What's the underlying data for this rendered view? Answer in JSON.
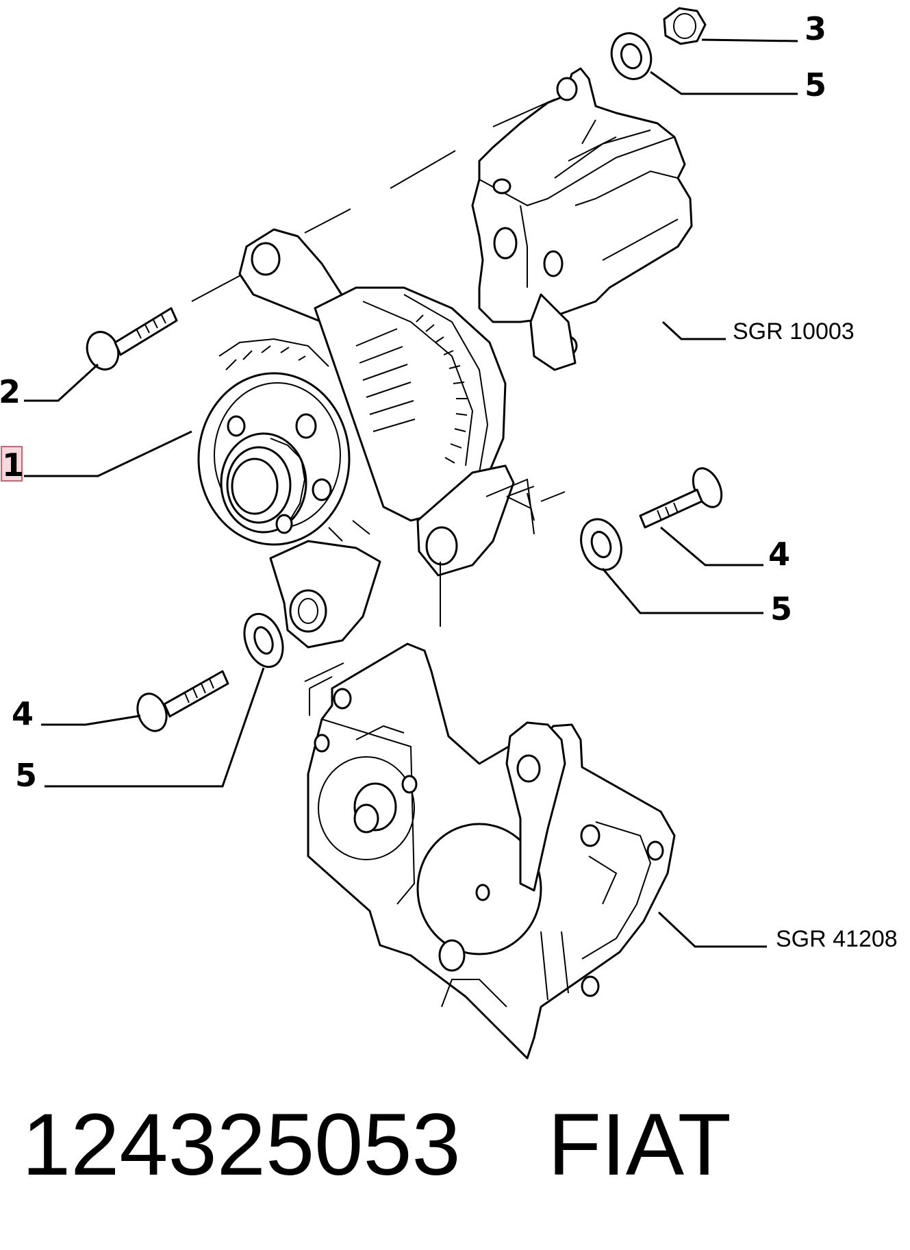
{
  "callouts": {
    "c1": "1",
    "c2": "2",
    "c3": "3",
    "c4a": "4",
    "c4b": "4",
    "c5a": "5",
    "c5b": "5",
    "c5c": "5"
  },
  "references": {
    "upper_bracket": "SGR 10003",
    "lower_bracket": "SGR 41208"
  },
  "caption": {
    "part_number": "124325053",
    "brand": "FIAT"
  },
  "colors": {
    "highlight_fill": "#f6d9dc",
    "highlight_border": "#d9606e",
    "line": "#000000"
  }
}
